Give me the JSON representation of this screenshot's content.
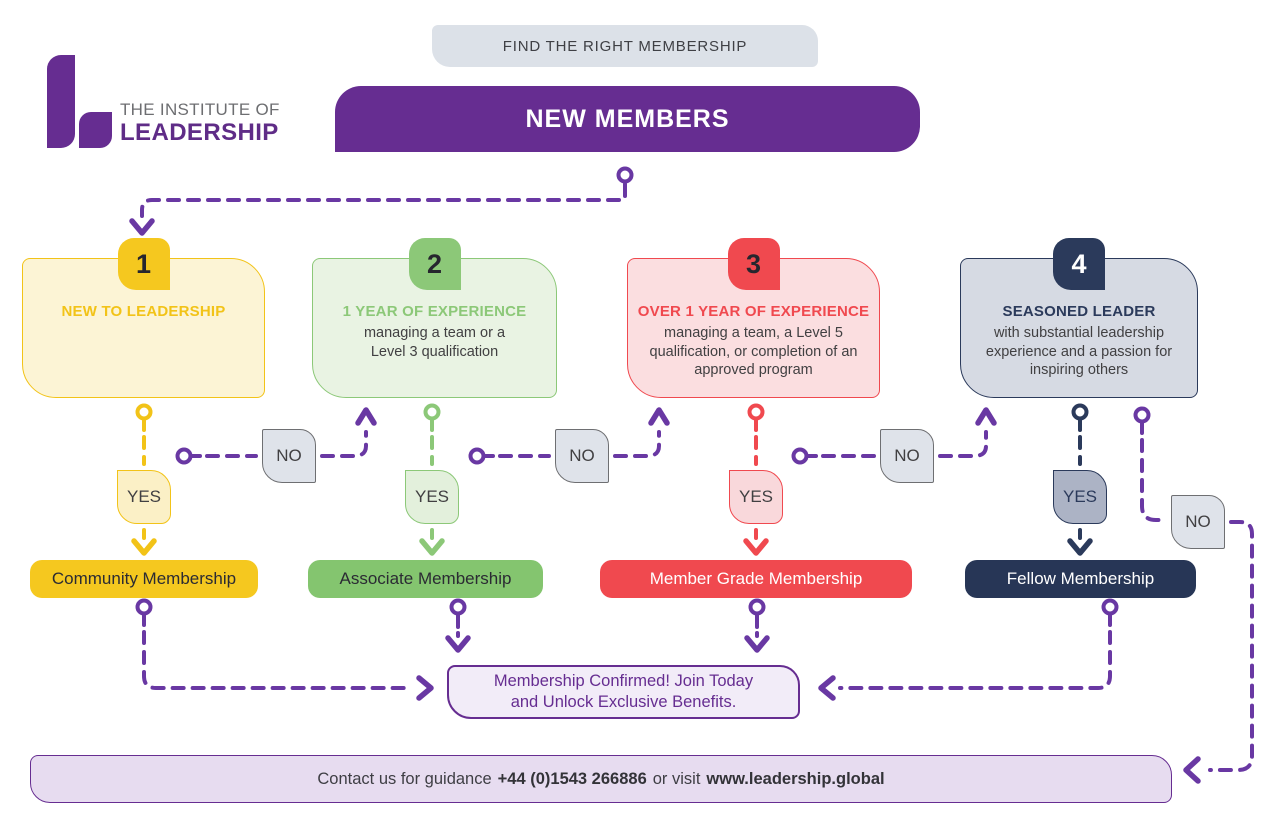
{
  "logo": {
    "line1": "THE INSTITUTE OF",
    "line2": "LEADERSHIP"
  },
  "header": {
    "tagline": "FIND THE RIGHT MEMBERSHIP",
    "banner": "NEW MEMBERS"
  },
  "columns": [
    {
      "number": "1",
      "title": "NEW TO LEADERSHIP",
      "description": "",
      "yes_label": "YES",
      "result": "Community Membership",
      "accent": "#F2C318"
    },
    {
      "number": "2",
      "title": "1 YEAR OF EXPERIENCE",
      "description": "managing a team or a Level 3 qualification",
      "yes_label": "YES",
      "result": "Associate Membership",
      "accent": "#8CC878"
    },
    {
      "number": "3",
      "title": "OVER 1 YEAR OF EXPERIENCE",
      "description": "managing a team, a Level 5 qualification, or completion of an approved program",
      "yes_label": "YES",
      "result": "Member Grade Membership",
      "accent": "#F0494F"
    },
    {
      "number": "4",
      "title": "SEASONED LEADER",
      "description": "with substantial leadership experience and a passion for inspiring others",
      "yes_label": "YES",
      "result": "Fellow Membership",
      "accent": "#2B3A5B"
    }
  ],
  "no_labels": [
    "NO",
    "NO",
    "NO",
    "NO"
  ],
  "confirmation": {
    "line1": "Membership Confirmed! Join Today",
    "line2": "and Unlock Exclusive Benefits."
  },
  "footer": {
    "prefix": "Contact us for guidance",
    "phone": "+44 (0)1543 266886",
    "middle": "or visit",
    "url": "www.leadership.global"
  },
  "colors": {
    "purple": "#662D91",
    "dash_purple": "#6938A3",
    "yellow": "#F2C318",
    "green": "#8CC878",
    "red": "#F0494F",
    "navy": "#2B3A5B",
    "gray_tag": "#DFE3EA",
    "lavender": "#E7DCF0"
  }
}
